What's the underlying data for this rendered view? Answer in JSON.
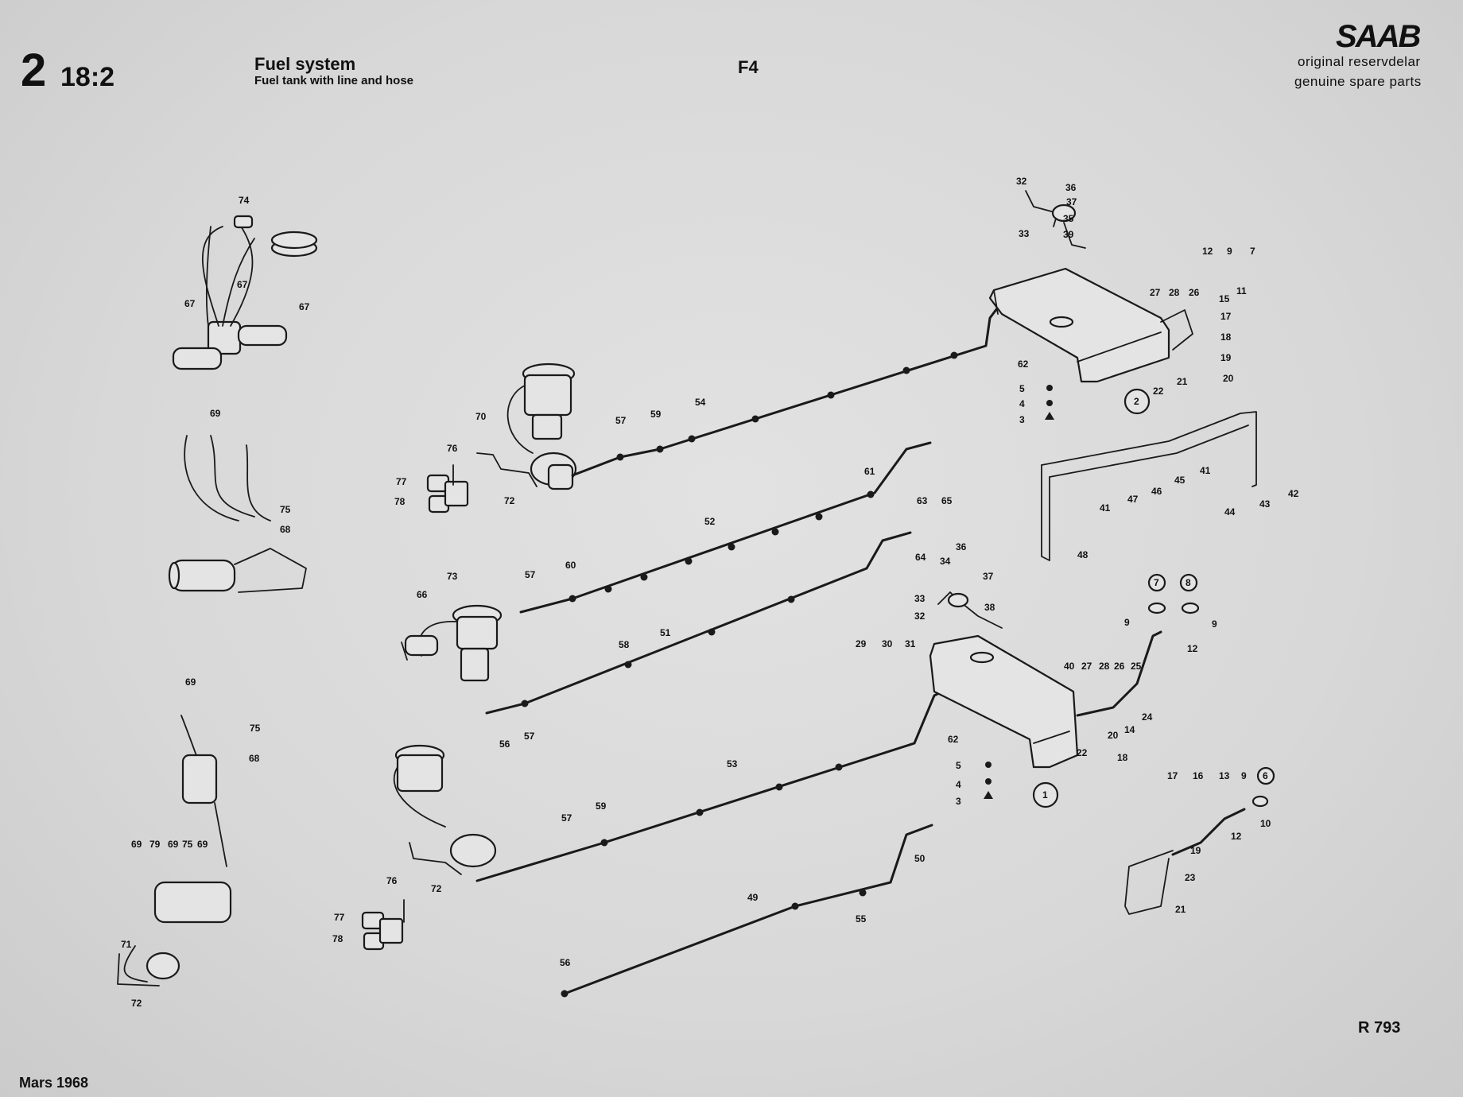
{
  "header": {
    "section": "2",
    "page": "18:2",
    "title": "Fuel system",
    "subtitle": "Fuel tank with line and hose",
    "code": "F4"
  },
  "brand": {
    "logo": "SAAB",
    "tagline_1": "original reservdelar",
    "tagline_2": "genuine spare parts"
  },
  "footer": {
    "reference": "R 793",
    "date": "Mars  1968"
  },
  "callouts": {
    "tank1": "1",
    "tank2": "2",
    "c6": "6",
    "c7": "7",
    "c8": "8"
  },
  "part_labels": [
    {
      "id": "lbl-74",
      "text": "74"
    },
    {
      "id": "lbl-67a",
      "text": "67"
    },
    {
      "id": "lbl-67b",
      "text": "67"
    },
    {
      "id": "lbl-67c",
      "text": "67"
    },
    {
      "id": "lbl-69a",
      "text": "69"
    },
    {
      "id": "lbl-75a",
      "text": "75"
    },
    {
      "id": "lbl-68a",
      "text": "68"
    },
    {
      "id": "lbl-69b",
      "text": "69"
    },
    {
      "id": "lbl-75b",
      "text": "75"
    },
    {
      "id": "lbl-68b",
      "text": "68"
    },
    {
      "id": "lbl-69c",
      "text": "69"
    },
    {
      "id": "lbl-79",
      "text": "79"
    },
    {
      "id": "lbl-69d",
      "text": "69"
    },
    {
      "id": "lbl-75c",
      "text": "75"
    },
    {
      "id": "lbl-69e",
      "text": "69"
    },
    {
      "id": "lbl-71",
      "text": "71"
    },
    {
      "id": "lbl-72a",
      "text": "72"
    },
    {
      "id": "lbl-70",
      "text": "70"
    },
    {
      "id": "lbl-76a",
      "text": "76"
    },
    {
      "id": "lbl-77a",
      "text": "77"
    },
    {
      "id": "lbl-78a",
      "text": "78"
    },
    {
      "id": "lbl-72b",
      "text": "72"
    },
    {
      "id": "lbl-57a",
      "text": "57"
    },
    {
      "id": "lbl-59a",
      "text": "59"
    },
    {
      "id": "lbl-54",
      "text": "54"
    },
    {
      "id": "lbl-61",
      "text": "61"
    },
    {
      "id": "lbl-52",
      "text": "52"
    },
    {
      "id": "lbl-57b",
      "text": "57"
    },
    {
      "id": "lbl-60",
      "text": "60"
    },
    {
      "id": "lbl-73",
      "text": "73"
    },
    {
      "id": "lbl-66",
      "text": "66"
    },
    {
      "id": "lbl-58",
      "text": "58"
    },
    {
      "id": "lbl-51",
      "text": "51"
    },
    {
      "id": "lbl-56a",
      "text": "56"
    },
    {
      "id": "lbl-57c",
      "text": "57"
    },
    {
      "id": "lbl-63",
      "text": "63"
    },
    {
      "id": "lbl-65",
      "text": "65"
    },
    {
      "id": "lbl-64",
      "text": "64"
    },
    {
      "id": "lbl-53",
      "text": "53"
    },
    {
      "id": "lbl-57d",
      "text": "57"
    },
    {
      "id": "lbl-59b",
      "text": "59"
    },
    {
      "id": "lbl-72c",
      "text": "72"
    },
    {
      "id": "lbl-76b",
      "text": "76"
    },
    {
      "id": "lbl-77b",
      "text": "77"
    },
    {
      "id": "lbl-78b",
      "text": "78"
    },
    {
      "id": "lbl-49",
      "text": "49"
    },
    {
      "id": "lbl-55",
      "text": "55"
    },
    {
      "id": "lbl-50",
      "text": "50"
    },
    {
      "id": "lbl-56b",
      "text": "56"
    },
    {
      "id": "lbl-32a",
      "text": "32"
    },
    {
      "id": "lbl-33a",
      "text": "33"
    },
    {
      "id": "lbl-36a",
      "text": "36"
    },
    {
      "id": "lbl-37a",
      "text": "37"
    },
    {
      "id": "lbl-35",
      "text": "35"
    },
    {
      "id": "lbl-39",
      "text": "39"
    },
    {
      "id": "lbl-12a",
      "text": "12"
    },
    {
      "id": "lbl-9a",
      "text": "9"
    },
    {
      "id": "lbl-7",
      "text": "7"
    },
    {
      "id": "lbl-15",
      "text": "15"
    },
    {
      "id": "lbl-11",
      "text": "11"
    },
    {
      "id": "lbl-27a",
      "text": "27"
    },
    {
      "id": "lbl-28a",
      "text": "28"
    },
    {
      "id": "lbl-26a",
      "text": "26"
    },
    {
      "id": "lbl-17a",
      "text": "17"
    },
    {
      "id": "lbl-18a",
      "text": "18"
    },
    {
      "id": "lbl-19a",
      "text": "19"
    },
    {
      "id": "lbl-20a",
      "text": "20"
    },
    {
      "id": "lbl-21a",
      "text": "21"
    },
    {
      "id": "lbl-22a",
      "text": "22"
    },
    {
      "id": "lbl-62a",
      "text": "62"
    },
    {
      "id": "lbl-5a",
      "text": "5"
    },
    {
      "id": "lbl-4a",
      "text": "4"
    },
    {
      "id": "lbl-3a",
      "text": "3"
    },
    {
      "id": "lbl-41a",
      "text": "41"
    },
    {
      "id": "lbl-47",
      "text": "47"
    },
    {
      "id": "lbl-46",
      "text": "46"
    },
    {
      "id": "lbl-45",
      "text": "45"
    },
    {
      "id": "lbl-41b",
      "text": "41"
    },
    {
      "id": "lbl-44",
      "text": "44"
    },
    {
      "id": "lbl-43",
      "text": "43"
    },
    {
      "id": "lbl-42",
      "text": "42"
    },
    {
      "id": "lbl-48",
      "text": "48"
    },
    {
      "id": "lbl-36b",
      "text": "36"
    },
    {
      "id": "lbl-34",
      "text": "34"
    },
    {
      "id": "lbl-37b",
      "text": "37"
    },
    {
      "id": "lbl-33b",
      "text": "33"
    },
    {
      "id": "lbl-32b",
      "text": "32"
    },
    {
      "id": "lbl-38",
      "text": "38"
    },
    {
      "id": "lbl-29",
      "text": "29"
    },
    {
      "id": "lbl-30",
      "text": "30"
    },
    {
      "id": "lbl-31",
      "text": "31"
    },
    {
      "id": "lbl-9b",
      "text": "9"
    },
    {
      "id": "lbl-9c",
      "text": "9"
    },
    {
      "id": "lbl-12b",
      "text": "12"
    },
    {
      "id": "lbl-40",
      "text": "40"
    },
    {
      "id": "lbl-27b",
      "text": "27"
    },
    {
      "id": "lbl-28b",
      "text": "28"
    },
    {
      "id": "lbl-26b",
      "text": "26"
    },
    {
      "id": "lbl-25",
      "text": "25"
    },
    {
      "id": "lbl-14",
      "text": "14"
    },
    {
      "id": "lbl-24",
      "text": "24"
    },
    {
      "id": "lbl-22b",
      "text": "22"
    },
    {
      "id": "lbl-20b",
      "text": "20"
    },
    {
      "id": "lbl-18b",
      "text": "18"
    },
    {
      "id": "lbl-62b",
      "text": "62"
    },
    {
      "id": "lbl-5b",
      "text": "5"
    },
    {
      "id": "lbl-4b",
      "text": "4"
    },
    {
      "id": "lbl-3b",
      "text": "3"
    },
    {
      "id": "lbl-17b",
      "text": "17"
    },
    {
      "id": "lbl-16",
      "text": "16"
    },
    {
      "id": "lbl-13",
      "text": "13"
    },
    {
      "id": "lbl-9d",
      "text": "9"
    },
    {
      "id": "lbl-10",
      "text": "10"
    },
    {
      "id": "lbl-12c",
      "text": "12"
    },
    {
      "id": "lbl-19b",
      "text": "19"
    },
    {
      "id": "lbl-23",
      "text": "23"
    },
    {
      "id": "lbl-21b",
      "text": "21"
    }
  ]
}
